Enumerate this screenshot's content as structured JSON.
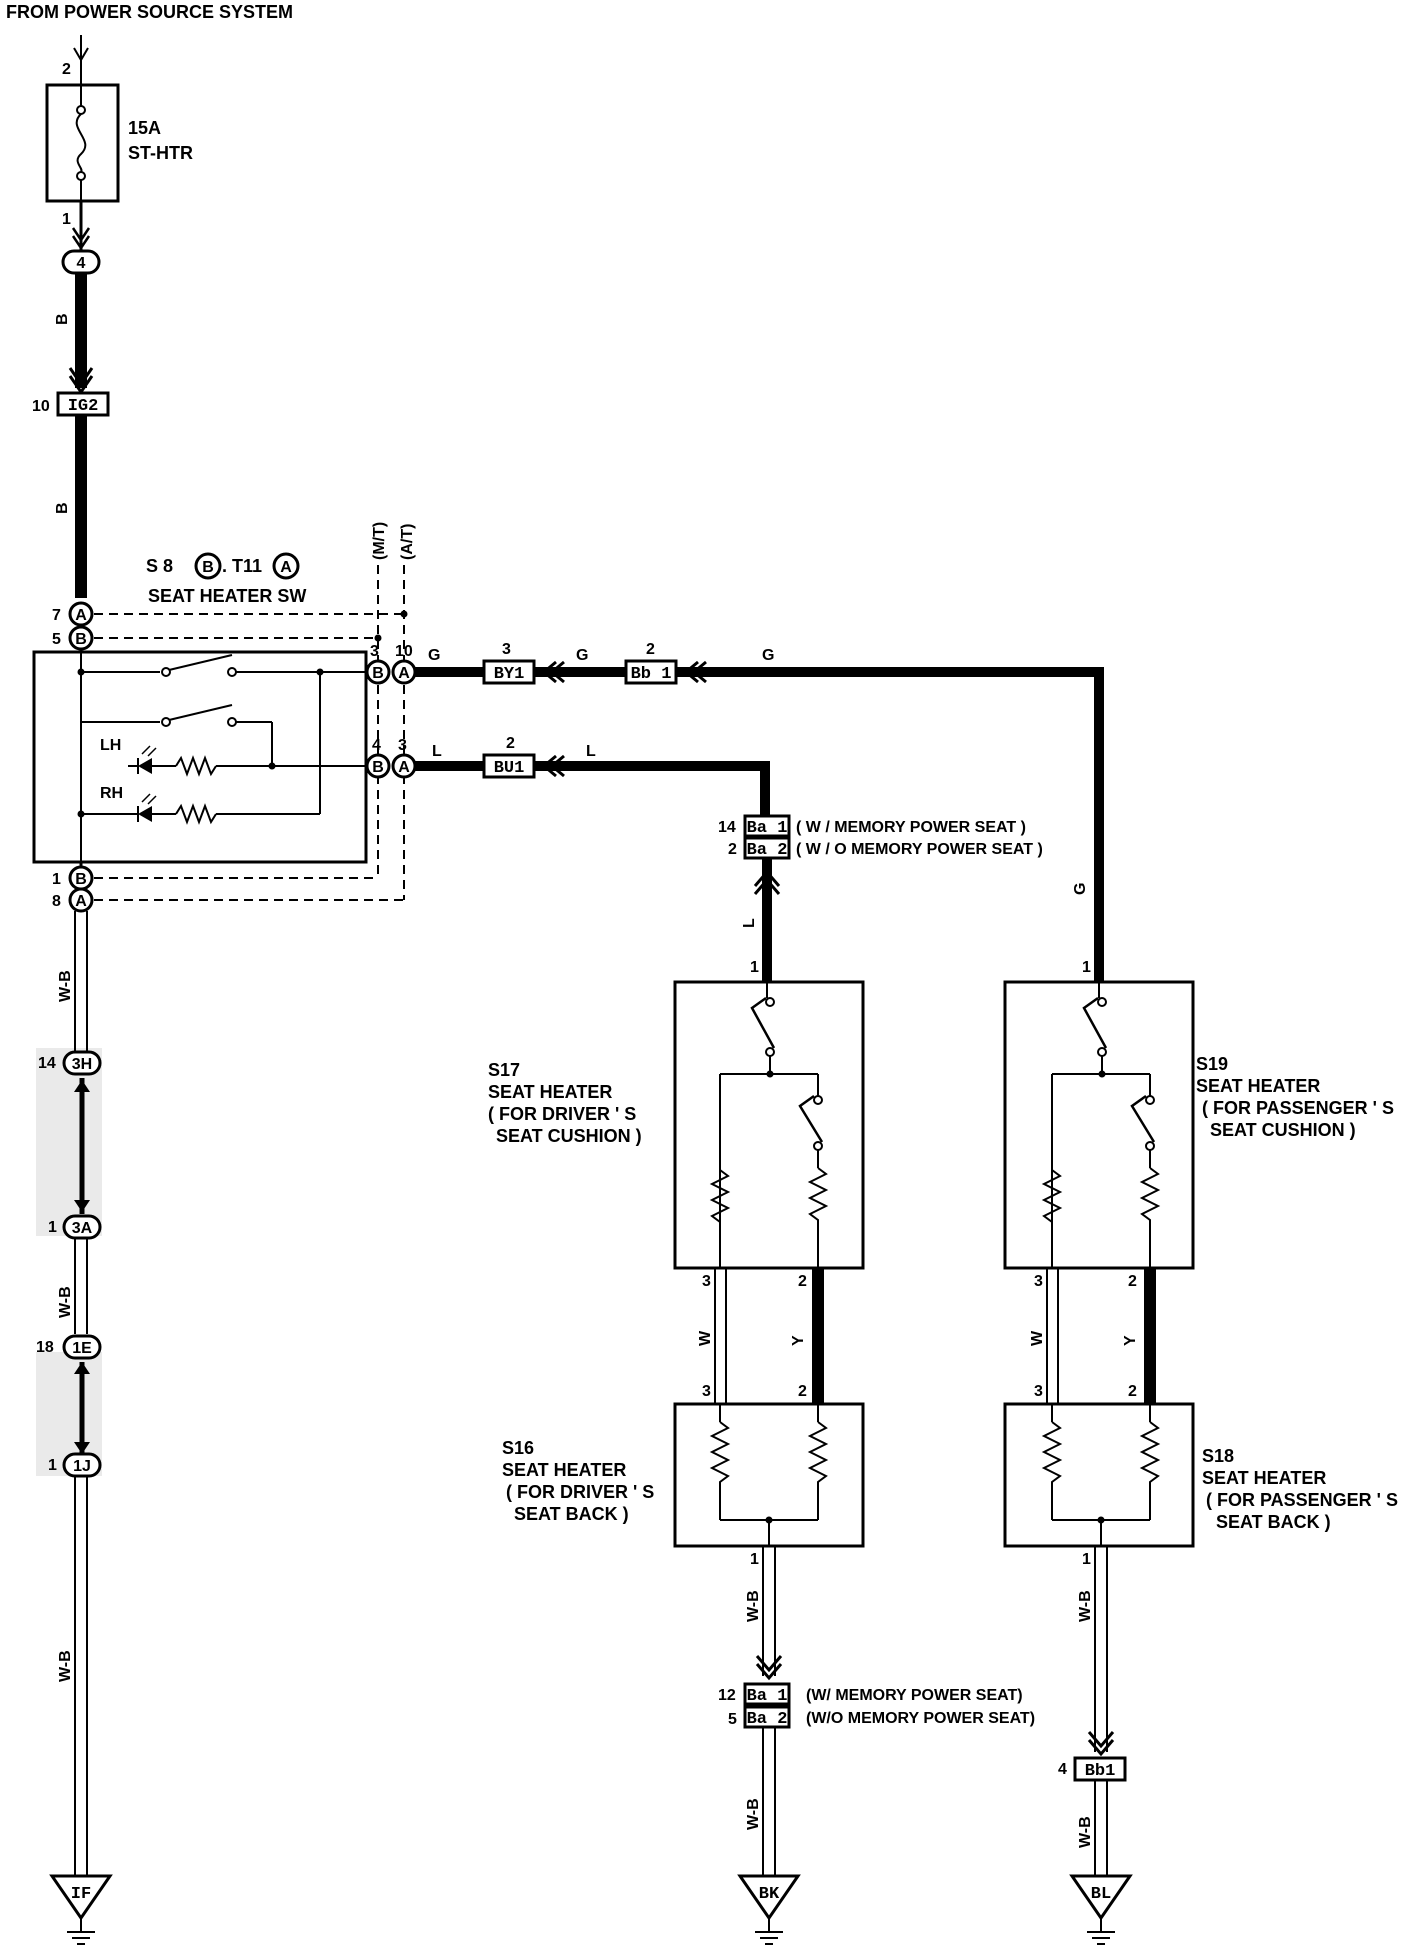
{
  "header": {
    "title": "FROM POWER SOURCE SYSTEM"
  },
  "fuse": {
    "pin_in": "2",
    "pin_out": "1",
    "rating": "15A",
    "name": "ST-HTR"
  },
  "wires": {
    "black": "B",
    "green": "G",
    "blue": "L",
    "white_black": "W-B",
    "white": "W",
    "yellow": "Y"
  },
  "connectors": {
    "c4": {
      "id": "4"
    },
    "ig2": {
      "pin": "10",
      "id": "IG2"
    },
    "by1": {
      "pin": "3",
      "id": "BY1"
    },
    "bb1_top": {
      "pin": "2",
      "id": "Bb 1"
    },
    "bu1": {
      "pin": "2",
      "id": "BU1"
    },
    "ba1_top": {
      "pin": "14",
      "id": "Ba 1",
      "note": "( W / MEMORY POWER SEAT )"
    },
    "ba2_top": {
      "pin": "2",
      "id": "Ba 2",
      "note": "( W / O MEMORY POWER SEAT )"
    },
    "c3h": {
      "pin": "14",
      "id": "3H"
    },
    "c3a": {
      "pin": "1",
      "id": "3A"
    },
    "c1e": {
      "pin": "18",
      "id": "1E"
    },
    "c1j": {
      "pin": "1",
      "id": "1J"
    },
    "ba1_bot": {
      "pin": "12",
      "id": "Ba 1",
      "note": "(W/ MEMORY POWER SEAT)"
    },
    "ba2_bot": {
      "pin": "5",
      "id": "Ba 2",
      "note": "(W/O MEMORY POWER SEAT)"
    },
    "bb1_bot": {
      "pin": "4",
      "id": "Bb1"
    }
  },
  "switch": {
    "ref_s": "S 8",
    "ref_s_conn": "B",
    "ref_t": ". T11",
    "ref_t_conn": "A",
    "name": "SEAT HEATER SW",
    "mt": "(M/T)",
    "at": "(A/T)",
    "lh": "LH",
    "rh": "RH",
    "pins": {
      "p7": "7",
      "p7c": "A",
      "p5": "5",
      "p5c": "B",
      "p1": "1",
      "p1c": "B",
      "p8": "8",
      "p8c": "A",
      "r3": "3",
      "r3c": "B",
      "r10": "10",
      "r10c": "A",
      "r4": "4",
      "r4c": "B",
      "r3b": "3",
      "r3bc": "A"
    }
  },
  "components": {
    "s17": {
      "code": "S17",
      "line1": "SEAT  HEATER",
      "line2": "( FOR DRIVER ' S",
      "line3": "SEAT CUSHION )",
      "pin_top": "1",
      "pin_l": "3",
      "pin_r": "2"
    },
    "s19": {
      "code": "S19",
      "line1": "SEAT  HEATER",
      "line2": "( FOR PASSENGER ' S",
      "line3": "SEAT CUSHION )",
      "pin_top": "1",
      "pin_l": "3",
      "pin_r": "2"
    },
    "s16": {
      "code": "S16",
      "line1": "SEAT  HEATER",
      "line2": "( FOR DRIVER ' S",
      "line3": "SEAT BACK )",
      "pin_l": "3",
      "pin_r": "2",
      "pin_bot": "1"
    },
    "s18": {
      "code": "S18",
      "line1": "SEAT  HEATER",
      "line2": "( FOR PASSENGER ' S",
      "line3": "SEAT BACK )",
      "pin_l": "3",
      "pin_r": "2",
      "pin_bot": "1"
    }
  },
  "grounds": {
    "left": "IF",
    "mid": "BK",
    "right": "BL"
  }
}
